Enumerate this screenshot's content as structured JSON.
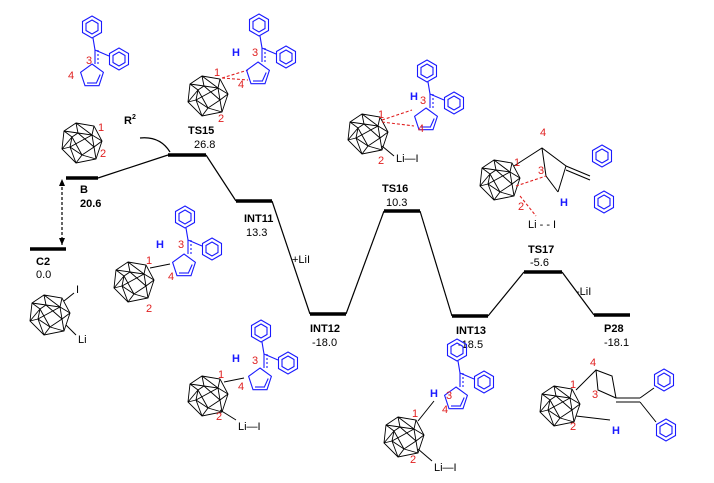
{
  "levels": [
    {
      "id": "C2",
      "name": "C2",
      "energy": "0.0"
    },
    {
      "id": "B",
      "name": "B",
      "energy": "20.6"
    },
    {
      "id": "TS15",
      "name": "TS15",
      "energy": "26.8"
    },
    {
      "id": "INT11",
      "name": "INT11",
      "energy": "13.3"
    },
    {
      "id": "INT12",
      "name": "INT12",
      "energy": "-18.0"
    },
    {
      "id": "TS16",
      "name": "TS16",
      "energy": "10.3"
    },
    {
      "id": "INT13",
      "name": "INT13",
      "energy": "-18.5"
    },
    {
      "id": "TS17",
      "name": "TS17",
      "energy": "-5.6"
    },
    {
      "id": "P28",
      "name": "P28",
      "energy": "-18.1"
    }
  ],
  "annotations": {
    "add_lii": "+LiI",
    "remove_lii": "-LiI",
    "r2": "R",
    "r2_sup": "2"
  },
  "atoms": {
    "iodine": "I",
    "lithium": "Li",
    "hydrogen": "H",
    "li_i": "Li—I",
    "li_dash_i": "Li - - I"
  },
  "atom_numbers": [
    "1",
    "2",
    "3",
    "4"
  ],
  "colors": {
    "ligand": "#1a1aff",
    "atom_number": "#e02020",
    "level": "#000000"
  }
}
